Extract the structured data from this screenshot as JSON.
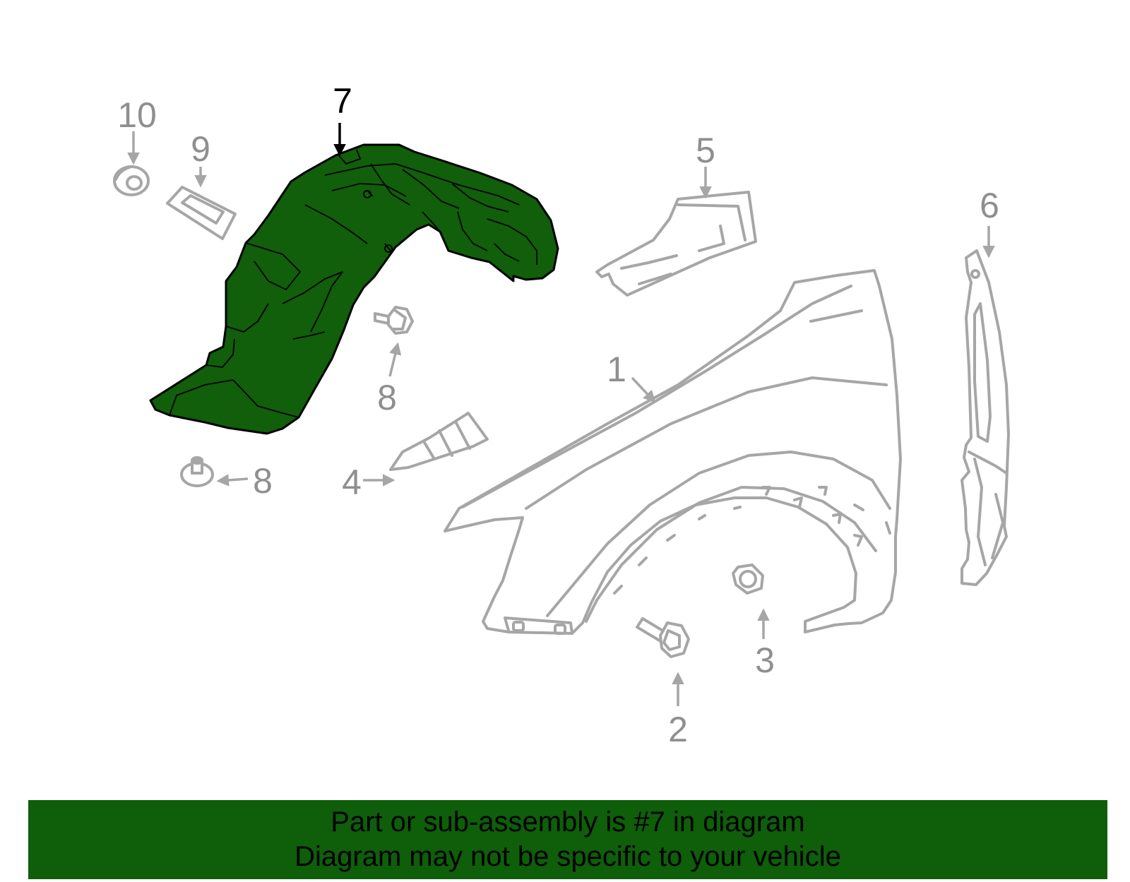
{
  "colors": {
    "highlight_fill": "#115e0b",
    "highlight_stroke": "#000000",
    "part_outline": "#a6a6a6",
    "callout_gray": "#8f8f8f",
    "callout_active": "#000000",
    "banner_bg": "#0e5e0a",
    "banner_text": "#000000"
  },
  "callouts": {
    "c1": "1",
    "c2": "2",
    "c3": "3",
    "c4": "4",
    "c5": "5",
    "c6": "6",
    "c7": "7",
    "c8a": "8",
    "c8b": "8",
    "c9": "9",
    "c10": "10"
  },
  "parts": {
    "p1": "fender-panel",
    "p2": "bolt",
    "p3": "nut",
    "p4": "fender-insulator",
    "p5": "fender-bracket",
    "p6": "fender-seal",
    "p7": "fender-liner",
    "p8": "clip",
    "p9": "label",
    "p10": "grommet"
  },
  "highlighted_part": "7",
  "banner": {
    "line1": "Part or sub-assembly is #7 in diagram",
    "line2": "Diagram may not be specific to your vehicle"
  }
}
